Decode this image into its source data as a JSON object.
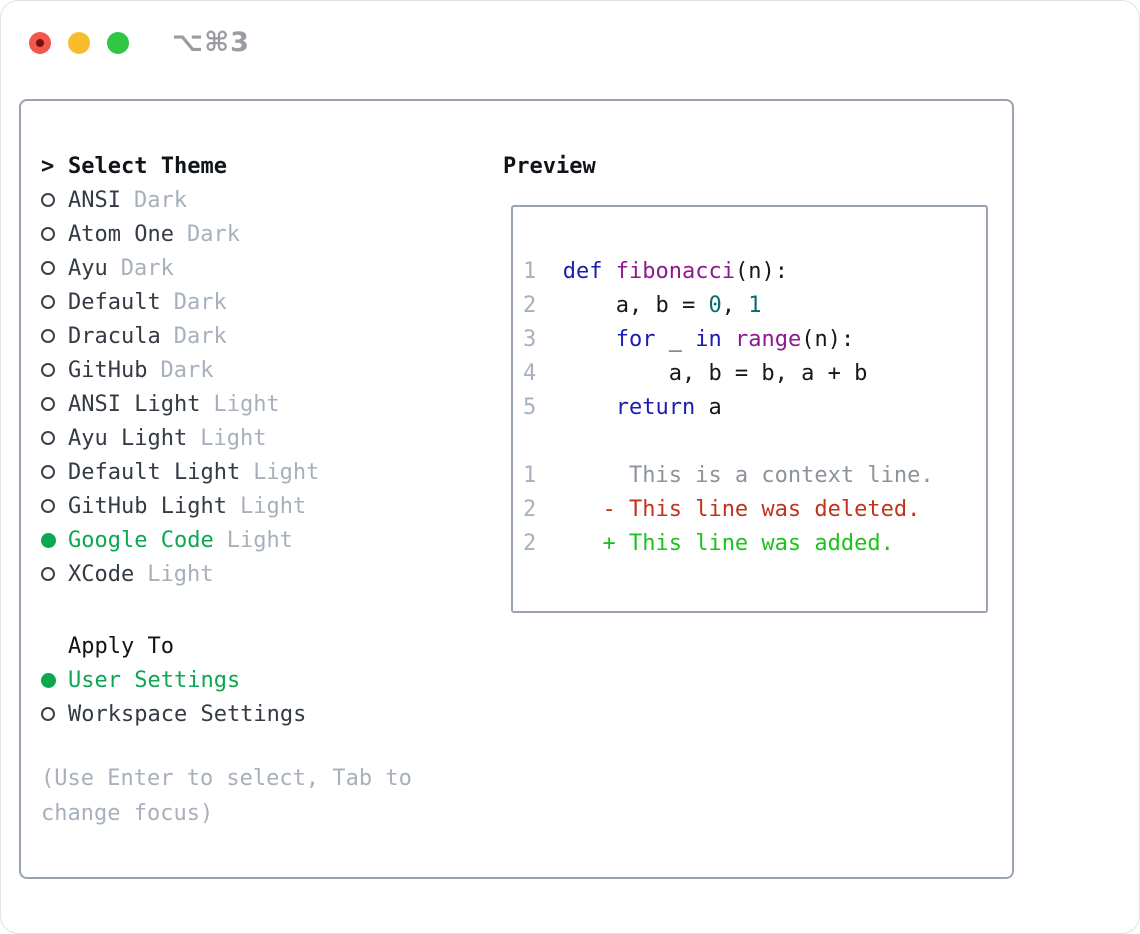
{
  "window": {
    "title": "⌥⌘3"
  },
  "colors": {
    "border": "#9aa4b0",
    "muted": "#a7b0bb",
    "accent_green": "#0ca750",
    "keyword": "#1c1cb0",
    "function_name": "#8f198f",
    "number_literal": "#0a6c6c",
    "code_plain": "#17181a",
    "context_gray": "#8d939c",
    "deleted_red": "#c2331c",
    "added_green": "#1dc31d",
    "traffic_red": "#f4574d",
    "traffic_yellow": "#f8bd2d",
    "traffic_green": "#30c545"
  },
  "theme_selector": {
    "prompt_marker": ">",
    "title": "Select Theme",
    "themes": [
      {
        "name": "ANSI",
        "variant": "Dark",
        "selected": false
      },
      {
        "name": "Atom One",
        "variant": "Dark",
        "selected": false
      },
      {
        "name": "Ayu",
        "variant": "Dark",
        "selected": false
      },
      {
        "name": "Default",
        "variant": "Dark",
        "selected": false
      },
      {
        "name": "Dracula",
        "variant": "Dark",
        "selected": false
      },
      {
        "name": "GitHub",
        "variant": "Dark",
        "selected": false
      },
      {
        "name": "ANSI Light",
        "variant": "Light",
        "selected": false
      },
      {
        "name": "Ayu Light",
        "variant": "Light",
        "selected": false
      },
      {
        "name": "Default Light",
        "variant": "Light",
        "selected": false
      },
      {
        "name": "GitHub Light",
        "variant": "Light",
        "selected": false
      },
      {
        "name": "Google Code",
        "variant": "Light",
        "selected": true
      },
      {
        "name": "XCode",
        "variant": "Light",
        "selected": false
      }
    ],
    "apply_to_title": "Apply To",
    "apply_to_options": [
      {
        "name": "User Settings",
        "selected": true
      },
      {
        "name": "Workspace Settings",
        "selected": false
      }
    ],
    "hint": "(Use Enter to select, Tab to change focus)"
  },
  "preview": {
    "title": "Preview",
    "lines": [
      {
        "n": "1",
        "parts": [
          [
            "kw",
            "def"
          ],
          [
            "pl",
            " "
          ],
          [
            "fn",
            "fibonacci"
          ],
          [
            "pl",
            "(n):"
          ]
        ]
      },
      {
        "n": "2",
        "parts": [
          [
            "pl",
            "    a, b = "
          ],
          [
            "num",
            "0"
          ],
          [
            "pl",
            ", "
          ],
          [
            "num",
            "1"
          ]
        ]
      },
      {
        "n": "3",
        "parts": [
          [
            "pl",
            "    "
          ],
          [
            "kw",
            "for"
          ],
          [
            "pl",
            " _ "
          ],
          [
            "kw",
            "in"
          ],
          [
            "pl",
            " "
          ],
          [
            "fn",
            "range"
          ],
          [
            "pl",
            "(n):"
          ]
        ]
      },
      {
        "n": "4",
        "parts": [
          [
            "pl",
            "        a, b = b, a + b"
          ]
        ]
      },
      {
        "n": "5",
        "parts": [
          [
            "pl",
            "    "
          ],
          [
            "kw",
            "return"
          ],
          [
            "pl",
            " a"
          ]
        ]
      },
      {
        "n": "",
        "parts": []
      },
      {
        "n": "1",
        "parts": [
          [
            "ctx",
            "     This is a context line."
          ]
        ]
      },
      {
        "n": "2",
        "parts": [
          [
            "del",
            "   - This line was deleted."
          ]
        ]
      },
      {
        "n": "2",
        "parts": [
          [
            "add",
            "   + This line was added."
          ]
        ]
      }
    ]
  }
}
